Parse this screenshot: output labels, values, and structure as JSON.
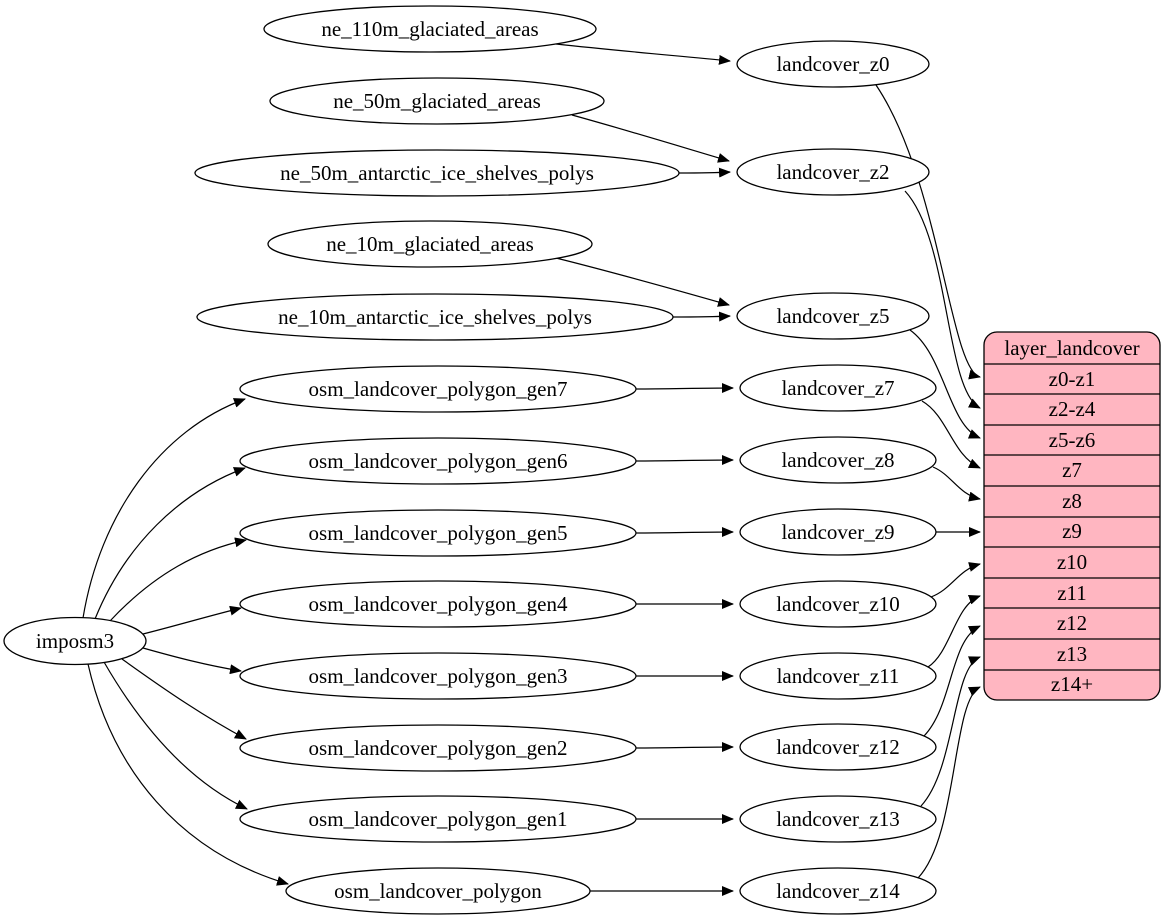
{
  "diagram": {
    "colors": {
      "record_fill": "#ffb6c1",
      "node_fill": "#ffffff",
      "stroke": "#000000",
      "background": "#ffffff"
    },
    "nodes": {
      "imposm3": {
        "label": "imposm3"
      },
      "ne_110m_glaciated_areas": {
        "label": "ne_110m_glaciated_areas"
      },
      "ne_50m_glaciated_areas": {
        "label": "ne_50m_glaciated_areas"
      },
      "ne_50m_antarctic_ice_shelves_polys": {
        "label": "ne_50m_antarctic_ice_shelves_polys"
      },
      "ne_10m_glaciated_areas": {
        "label": "ne_10m_glaciated_areas"
      },
      "ne_10m_antarctic_ice_shelves_polys": {
        "label": "ne_10m_antarctic_ice_shelves_polys"
      },
      "osm_landcover_polygon_gen7": {
        "label": "osm_landcover_polygon_gen7"
      },
      "osm_landcover_polygon_gen6": {
        "label": "osm_landcover_polygon_gen6"
      },
      "osm_landcover_polygon_gen5": {
        "label": "osm_landcover_polygon_gen5"
      },
      "osm_landcover_polygon_gen4": {
        "label": "osm_landcover_polygon_gen4"
      },
      "osm_landcover_polygon_gen3": {
        "label": "osm_landcover_polygon_gen3"
      },
      "osm_landcover_polygon_gen2": {
        "label": "osm_landcover_polygon_gen2"
      },
      "osm_landcover_polygon_gen1": {
        "label": "osm_landcover_polygon_gen1"
      },
      "osm_landcover_polygon": {
        "label": "osm_landcover_polygon"
      },
      "landcover_z0": {
        "label": "landcover_z0"
      },
      "landcover_z2": {
        "label": "landcover_z2"
      },
      "landcover_z5": {
        "label": "landcover_z5"
      },
      "landcover_z7": {
        "label": "landcover_z7"
      },
      "landcover_z8": {
        "label": "landcover_z8"
      },
      "landcover_z9": {
        "label": "landcover_z9"
      },
      "landcover_z10": {
        "label": "landcover_z10"
      },
      "landcover_z11": {
        "label": "landcover_z11"
      },
      "landcover_z12": {
        "label": "landcover_z12"
      },
      "landcover_z13": {
        "label": "landcover_z13"
      },
      "landcover_z14": {
        "label": "landcover_z14"
      }
    },
    "record": {
      "title": "layer_landcover",
      "rows": [
        "z0-z1",
        "z2-z4",
        "z5-z6",
        "z7",
        "z8",
        "z9",
        "z10",
        "z11",
        "z12",
        "z13",
        "z14+"
      ]
    },
    "edges": [
      {
        "from": "imposm3",
        "to": "osm_landcover_polygon_gen7"
      },
      {
        "from": "imposm3",
        "to": "osm_landcover_polygon_gen6"
      },
      {
        "from": "imposm3",
        "to": "osm_landcover_polygon_gen5"
      },
      {
        "from": "imposm3",
        "to": "osm_landcover_polygon_gen4"
      },
      {
        "from": "imposm3",
        "to": "osm_landcover_polygon_gen3"
      },
      {
        "from": "imposm3",
        "to": "osm_landcover_polygon_gen2"
      },
      {
        "from": "imposm3",
        "to": "osm_landcover_polygon_gen1"
      },
      {
        "from": "imposm3",
        "to": "osm_landcover_polygon"
      },
      {
        "from": "ne_110m_glaciated_areas",
        "to": "landcover_z0"
      },
      {
        "from": "ne_50m_glaciated_areas",
        "to": "landcover_z2"
      },
      {
        "from": "ne_50m_antarctic_ice_shelves_polys",
        "to": "landcover_z2"
      },
      {
        "from": "ne_10m_glaciated_areas",
        "to": "landcover_z5"
      },
      {
        "from": "ne_10m_antarctic_ice_shelves_polys",
        "to": "landcover_z5"
      },
      {
        "from": "osm_landcover_polygon_gen7",
        "to": "landcover_z7"
      },
      {
        "from": "osm_landcover_polygon_gen6",
        "to": "landcover_z8"
      },
      {
        "from": "osm_landcover_polygon_gen5",
        "to": "landcover_z9"
      },
      {
        "from": "osm_landcover_polygon_gen4",
        "to": "landcover_z10"
      },
      {
        "from": "osm_landcover_polygon_gen3",
        "to": "landcover_z11"
      },
      {
        "from": "osm_landcover_polygon_gen2",
        "to": "landcover_z12"
      },
      {
        "from": "osm_landcover_polygon_gen1",
        "to": "landcover_z13"
      },
      {
        "from": "osm_landcover_polygon",
        "to": "landcover_z14"
      },
      {
        "from": "landcover_z0",
        "to": "layer_landcover.z0-z1"
      },
      {
        "from": "landcover_z2",
        "to": "layer_landcover.z2-z4"
      },
      {
        "from": "landcover_z5",
        "to": "layer_landcover.z5-z6"
      },
      {
        "from": "landcover_z7",
        "to": "layer_landcover.z7"
      },
      {
        "from": "landcover_z8",
        "to": "layer_landcover.z8"
      },
      {
        "from": "landcover_z9",
        "to": "layer_landcover.z9"
      },
      {
        "from": "landcover_z10",
        "to": "layer_landcover.z10"
      },
      {
        "from": "landcover_z11",
        "to": "layer_landcover.z11"
      },
      {
        "from": "landcover_z12",
        "to": "layer_landcover.z12"
      },
      {
        "from": "landcover_z13",
        "to": "layer_landcover.z13"
      },
      {
        "from": "landcover_z14",
        "to": "layer_landcover.z14+"
      }
    ]
  }
}
